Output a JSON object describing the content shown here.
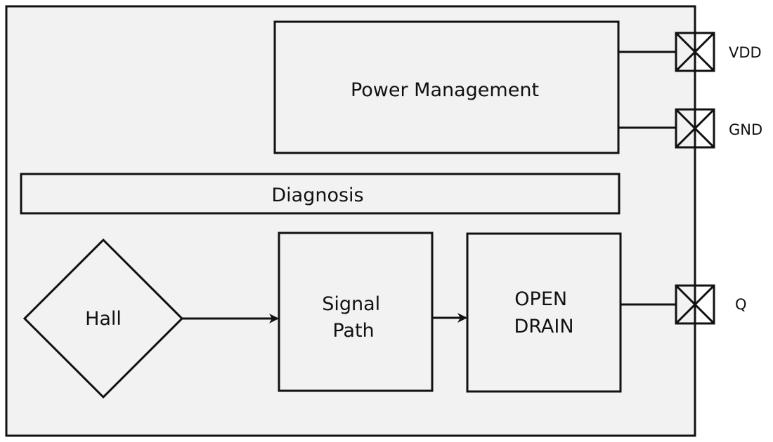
{
  "diagram": {
    "blocks": {
      "power_management": "Power Management",
      "diagnosis": "Diagnosis",
      "hall": "Hall",
      "signal_path_line1": "Signal",
      "signal_path_line2": "Path",
      "open_drain_line1": "OPEN",
      "open_drain_line2": "DRAIN"
    },
    "pins": {
      "vdd": "VDD",
      "gnd": "GND",
      "q": "Q"
    },
    "colors": {
      "background": "#f2f2f2",
      "block_fill": "#ffffff",
      "stroke": "#111111"
    },
    "icons": {
      "pin": "pin-cross-box-icon",
      "arrow": "arrow-right-icon"
    }
  }
}
